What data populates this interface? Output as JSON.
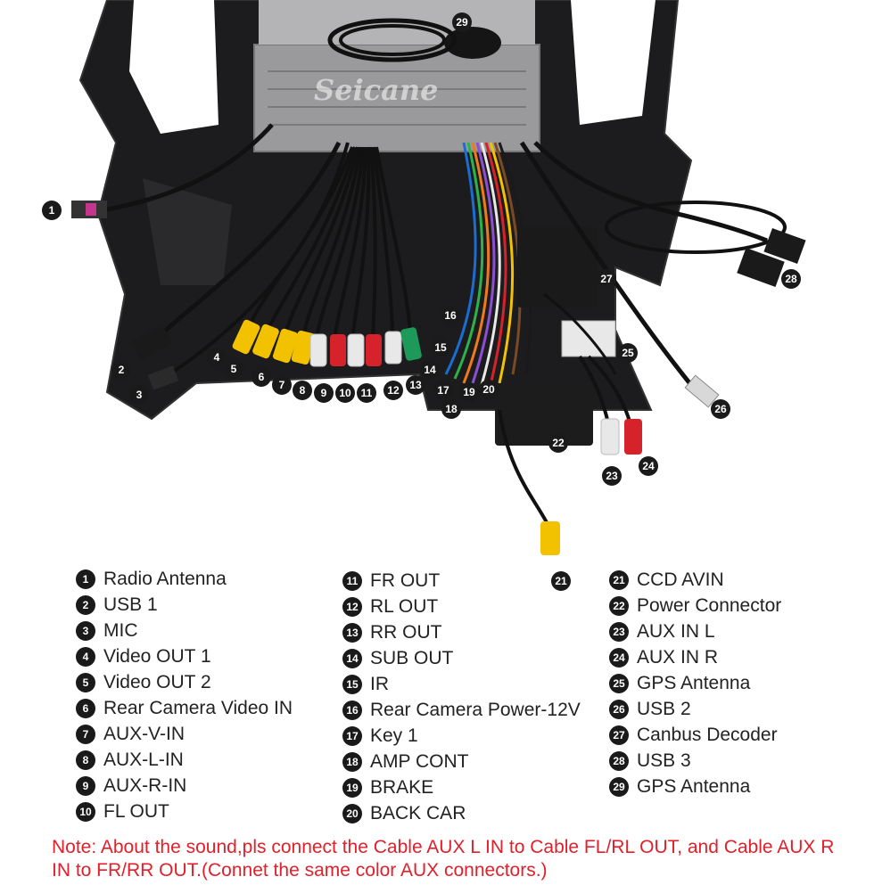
{
  "brand": "Seicane",
  "markers": [
    {
      "num": "1"
    },
    {
      "num": "2"
    },
    {
      "num": "3"
    },
    {
      "num": "4"
    },
    {
      "num": "5"
    },
    {
      "num": "6"
    },
    {
      "num": "7"
    },
    {
      "num": "8"
    },
    {
      "num": "9"
    },
    {
      "num": "10"
    },
    {
      "num": "11"
    },
    {
      "num": "12"
    },
    {
      "num": "13"
    },
    {
      "num": "14"
    },
    {
      "num": "15"
    },
    {
      "num": "16"
    },
    {
      "num": "17"
    },
    {
      "num": "18"
    },
    {
      "num": "19"
    },
    {
      "num": "20"
    },
    {
      "num": "21"
    },
    {
      "num": "22"
    },
    {
      "num": "23"
    },
    {
      "num": "24"
    },
    {
      "num": "25"
    },
    {
      "num": "26"
    },
    {
      "num": "27"
    },
    {
      "num": "28"
    },
    {
      "num": "29"
    }
  ],
  "legend": {
    "col1": [
      {
        "num": "1",
        "label": "Radio Antenna"
      },
      {
        "num": "2",
        "label": "USB 1"
      },
      {
        "num": "3",
        "label": "MIC"
      },
      {
        "num": "4",
        "label": "Video OUT 1"
      },
      {
        "num": "5",
        "label": "Video OUT 2"
      },
      {
        "num": "6",
        "label": "Rear Camera Video IN"
      },
      {
        "num": "7",
        "label": "AUX-V-IN"
      },
      {
        "num": "8",
        "label": "AUX-L-IN"
      },
      {
        "num": "9",
        "label": "AUX-R-IN"
      },
      {
        "num": "10",
        "label": "FL OUT"
      }
    ],
    "col2": [
      {
        "num": "11",
        "label": "FR OUT"
      },
      {
        "num": "12",
        "label": "RL OUT"
      },
      {
        "num": "13",
        "label": "RR OUT"
      },
      {
        "num": "14",
        "label": "SUB OUT"
      },
      {
        "num": "15",
        "label": "IR"
      },
      {
        "num": "16",
        "label": "Rear Camera Power-12V"
      },
      {
        "num": "17",
        "label": "Key 1"
      },
      {
        "num": "18",
        "label": "AMP CONT"
      },
      {
        "num": "19",
        "label": "BRAKE"
      },
      {
        "num": "20",
        "label": "BACK CAR"
      }
    ],
    "col3": [
      {
        "num": "21",
        "label": "CCD AVIN"
      },
      {
        "num": "22",
        "label": "Power Connector"
      },
      {
        "num": "23",
        "label": "AUX IN L"
      },
      {
        "num": "24",
        "label": "AUX IN R"
      },
      {
        "num": "25",
        "label": "GPS Antenna"
      },
      {
        "num": "26",
        "label": "USB 2"
      },
      {
        "num": "27",
        "label": "Canbus Decoder"
      },
      {
        "num": "28",
        "label": "USB 3"
      },
      {
        "num": "29",
        "label": "GPS Antenna"
      }
    ]
  },
  "note": "Note: About the sound,pls connect the Cable AUX L IN to Cable FL/RL OUT, and Cable AUX R IN to  FR/RR OUT.(Connet the same color AUX connectors.)"
}
